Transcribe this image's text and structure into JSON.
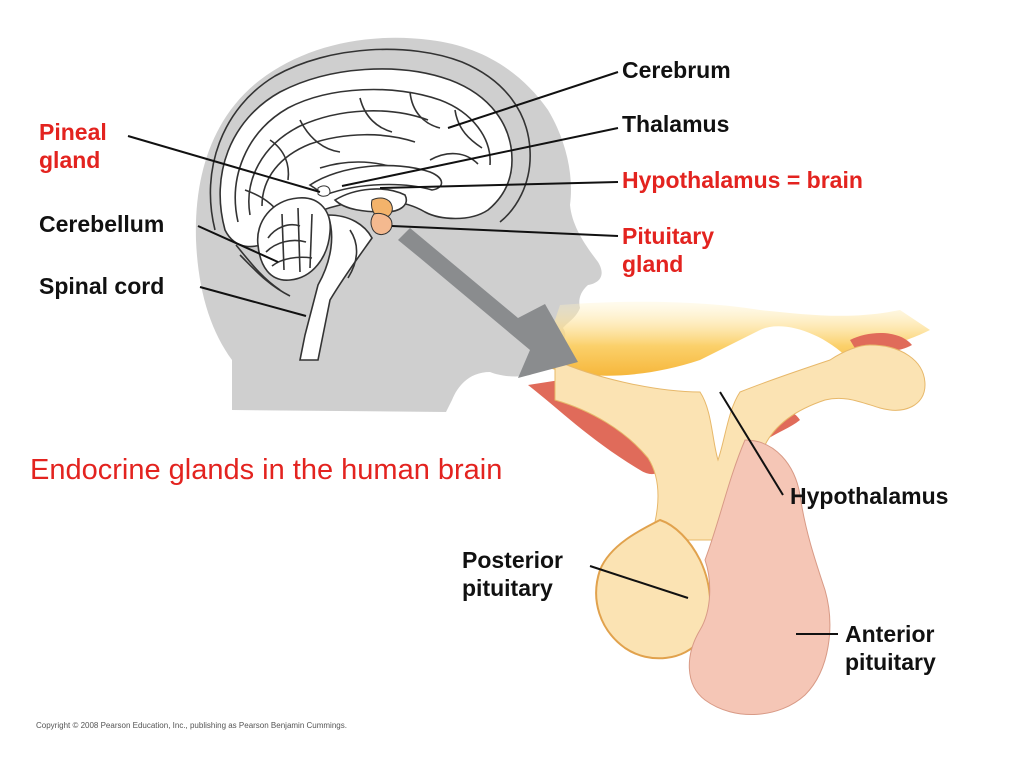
{
  "caption": "Endocrine glands in the human brain",
  "copyright": "Copyright © 2008 Pearson Education, Inc., publishing as Pearson Benjamin Cummings.",
  "labels": {
    "cerebrum": "Cerebrum",
    "thalamus": "Thalamus",
    "hypothalamus_brain": "Hypothalamus = brain",
    "pituitary_line1": "Pituitary",
    "pituitary_line2": "gland",
    "pineal_line1": "Pineal",
    "pineal_line2": "gland",
    "cerebellum": "Cerebellum",
    "spinal_cord": "Spinal cord",
    "hypothalamus": "Hypothalamus",
    "posterior_line1": "Posterior",
    "posterior_line2": "pituitary",
    "anterior_line1": "Anterior",
    "anterior_line2": "pituitary"
  },
  "colors": {
    "highlight_text": "#e3231f",
    "label_text": "#111111",
    "head_silhouette": "#cfcfcf",
    "arrow": "#8a8c8e",
    "hypothalamus_tissue": "#fbe3b3",
    "anterior_pituitary": "#f5c6b6",
    "blood_vessel": "#e06b5a"
  },
  "icons": {
    "zoom_arrow": "zoom-arrow-icon"
  }
}
